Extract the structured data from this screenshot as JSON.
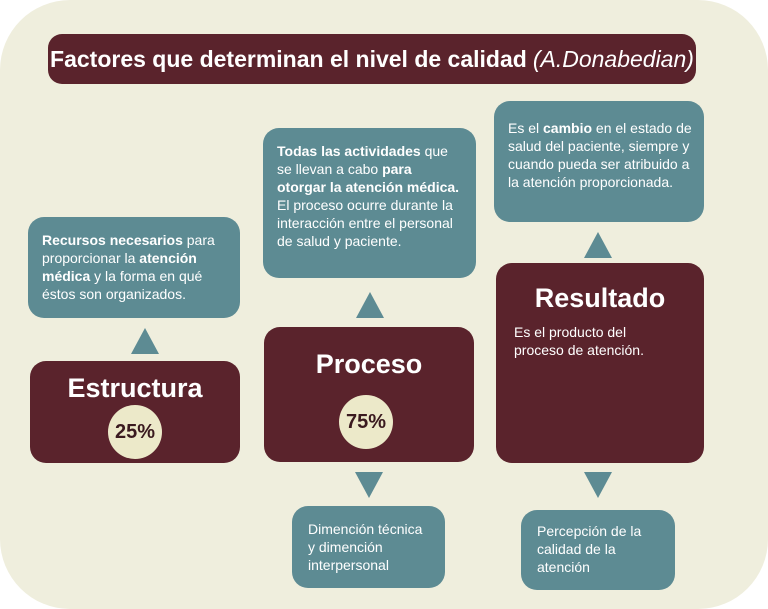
{
  "title": {
    "main": "Factores que determinan el nivel de calidad",
    "author": "(A.Donabedian)"
  },
  "estructura": {
    "heading": "Estructura",
    "percent": "25%",
    "note": {
      "b1": "Recursos necesarios",
      "t1": " para proporcionar la ",
      "b2": "atención médica",
      "t2": " y la forma en qué éstos son organizados."
    }
  },
  "proceso": {
    "heading": "Proceso",
    "percent": "75%",
    "note": {
      "b1": "Todas las actividades",
      "t1": " que se llevan a cabo ",
      "b2": "para otorgar la atención médica.",
      "t2": " El proceso ocurre durante la interacción entre el personal de salud y paciente."
    },
    "below": "Dimención técnica y dimención interpersonal"
  },
  "resultado": {
    "heading": "Resultado",
    "description": "Es el producto del proceso  de atención.",
    "note": {
      "t0": "Es el ",
      "b1": "cambio",
      "t1": " en el estado de salud del paciente, siempre y cuando pueda ser atribuido a la atención proporcionada."
    },
    "below": "Percepción de la calidad de la atención"
  },
  "colors": {
    "background": "#efeedd",
    "dark": "#5a232c",
    "teal": "#5d8b93",
    "circle": "#ece9c9"
  }
}
